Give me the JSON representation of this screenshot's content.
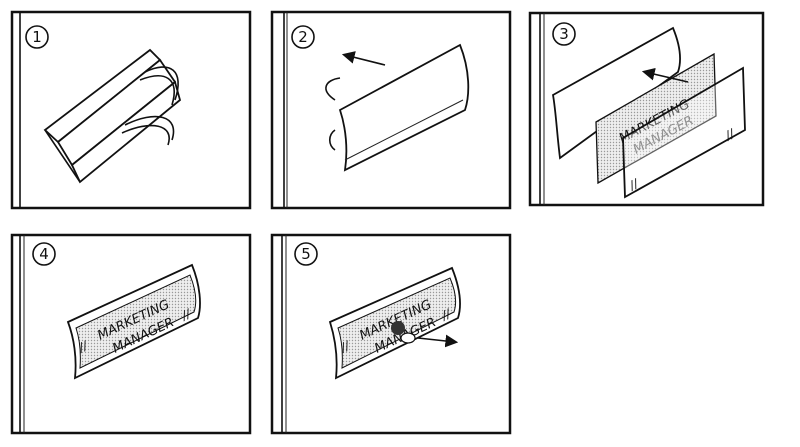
{
  "steps": [
    {
      "number": "1"
    },
    {
      "number": "2"
    },
    {
      "number": "3",
      "sign_line1": "MARKETING",
      "sign_line2": "MANAGER",
      "mark": "//"
    },
    {
      "number": "4",
      "sign_line1": "MARKETING",
      "sign_line2": "MANAGER",
      "mark": "//"
    },
    {
      "number": "5",
      "sign_line1": "MARKETING",
      "sign_line2": "MANAGER",
      "mark": "//"
    }
  ]
}
